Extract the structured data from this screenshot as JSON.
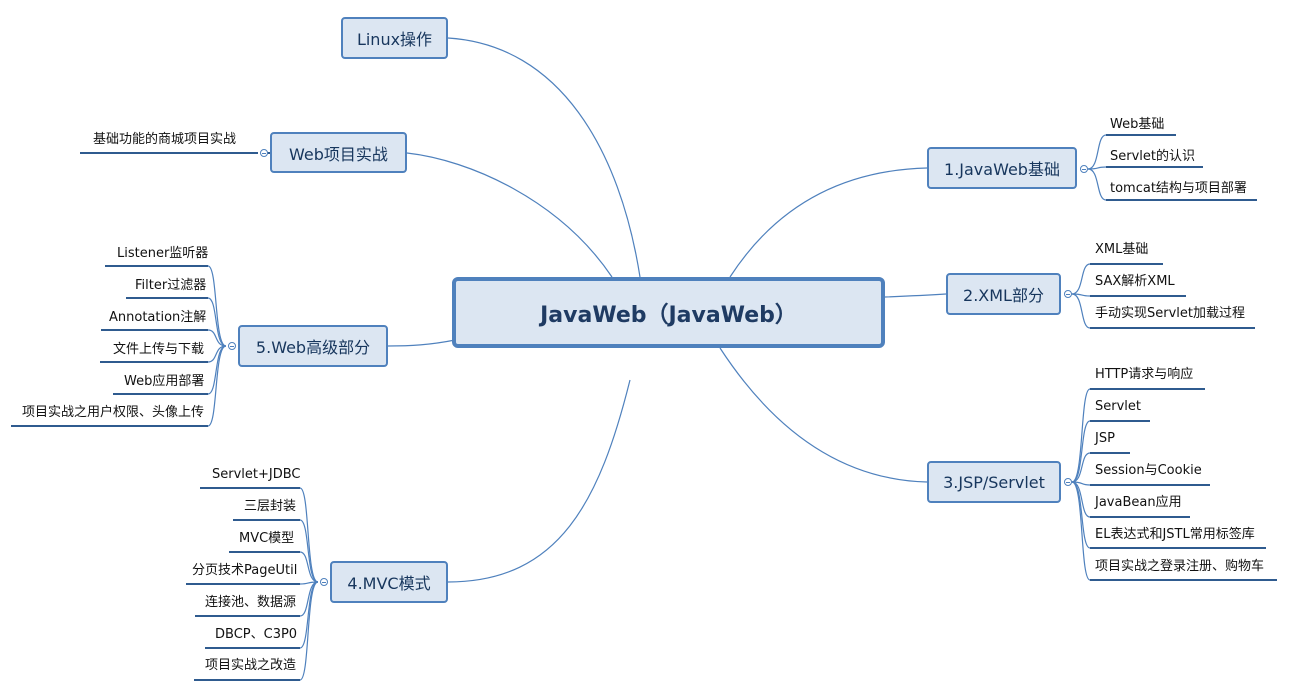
{
  "diagram": {
    "root": "JavaWeb（JavaWeb）",
    "topics": [
      {
        "id": "linux",
        "label": "Linux操作",
        "children": []
      },
      {
        "id": "web-project",
        "label": "Web项目实战",
        "children": [
          "基础功能的商城项目实战"
        ]
      },
      {
        "id": "adv",
        "label": "5.Web高级部分",
        "children": [
          "Listener监听器",
          "Filter过滤器",
          "Annotation注解",
          "文件上传与下载",
          "Web应用部署",
          "项目实战之用户权限、头像上传"
        ]
      },
      {
        "id": "mvc",
        "label": "4.MVC模式",
        "children": [
          "Servlet+JDBC",
          "三层封装",
          "MVC模型",
          "分页技术PageUtil",
          "连接池、数据源",
          "DBCP、C3P0",
          "项目实战之改造"
        ]
      },
      {
        "id": "basic",
        "label": "1.JavaWeb基础",
        "children": [
          "Web基础",
          "Servlet的认识",
          "tomcat结构与项目部署"
        ]
      },
      {
        "id": "xml",
        "label": "2.XML部分",
        "children": [
          "XML基础",
          "SAX解析XML",
          "手动实现Servlet加载过程"
        ]
      },
      {
        "id": "jsp",
        "label": "3.JSP/Servlet",
        "children": [
          "HTTP请求与响应",
          "Servlet",
          "JSP",
          "Session与Cookie",
          "JavaBean应用",
          "EL表达式和JSTL常用标签库",
          "项目实战之登录注册、购物车"
        ]
      }
    ]
  },
  "colors": {
    "node_fill": "#dce6f2",
    "node_border": "#4f81bd",
    "line": "#4f81bd",
    "underline": "#2f5b8f"
  }
}
